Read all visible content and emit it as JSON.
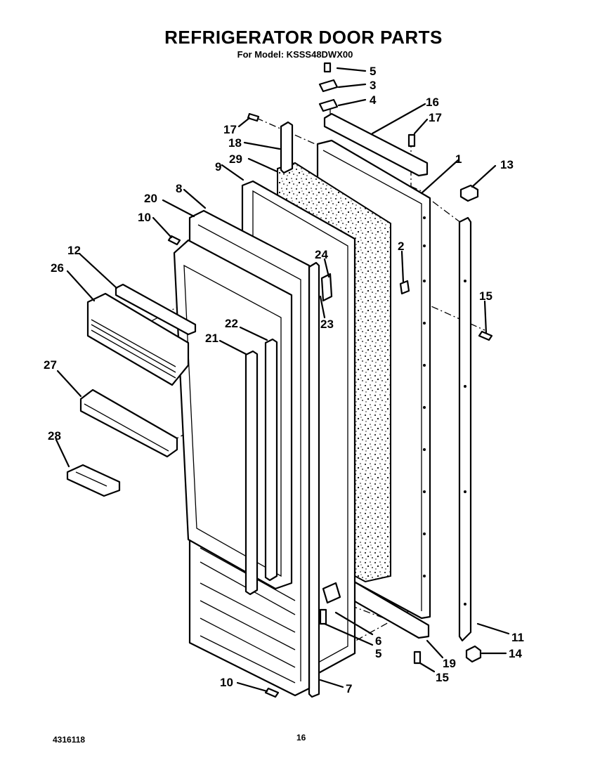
{
  "header": {
    "title": "REFRIGERATOR DOOR PARTS",
    "subtitle": "For Model: KSSS48DWX00"
  },
  "footer": {
    "doc_number": "4316118",
    "page_number": "16"
  },
  "callouts": [
    "5",
    "3",
    "4",
    "16",
    "17",
    "17",
    "18",
    "29",
    "9",
    "1",
    "13",
    "8",
    "20",
    "10",
    "2",
    "24",
    "12",
    "26",
    "15",
    "23",
    "22",
    "21",
    "27",
    "28",
    "6",
    "5",
    "11",
    "19",
    "14",
    "10",
    "15",
    "7"
  ]
}
